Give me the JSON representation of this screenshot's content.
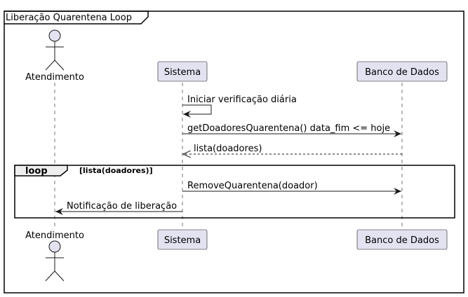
{
  "frame": {
    "title": "Liberação Quarentena Loop"
  },
  "participants": [
    {
      "id": "atendimento",
      "label": "Atendimento",
      "kind": "actor"
    },
    {
      "id": "sistema",
      "label": "Sistema",
      "kind": "participant"
    },
    {
      "id": "banco",
      "label": "Banco de Dados",
      "kind": "participant"
    }
  ],
  "messages": [
    {
      "from": "sistema",
      "to": "sistema",
      "label": "Iniciar verificação diária",
      "style": "solid"
    },
    {
      "from": "sistema",
      "to": "banco",
      "label": "getDoadoresQuarentena() data_fim <= hoje",
      "style": "solid"
    },
    {
      "from": "banco",
      "to": "sistema",
      "label": "lista(doadores)",
      "style": "dashed"
    },
    {
      "from": "sistema",
      "to": "banco",
      "label": "RemoveQuarentena(doador)",
      "style": "solid"
    },
    {
      "from": "sistema",
      "to": "atendimento",
      "label": "Notificação de liberação",
      "style": "solid"
    }
  ],
  "loop_fragment": {
    "keyword": "loop",
    "condition": "[lista(doadores)]"
  },
  "colors": {
    "participant_fill": "#e2e2f0",
    "participant_border": "#181818",
    "line": "#181818",
    "frame_border": "#000000"
  }
}
